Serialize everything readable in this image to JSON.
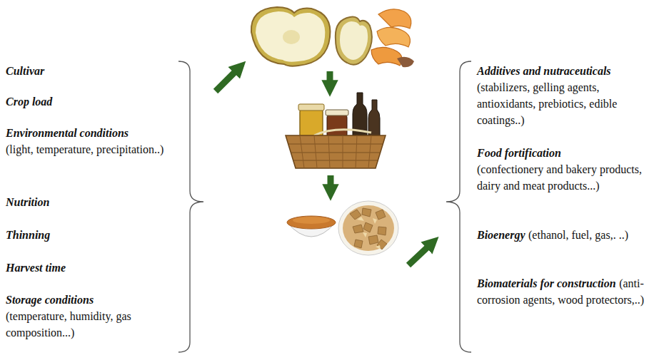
{
  "diagram": {
    "labels": [
      "Cultivar",
      "Crop load",
      "Environmental conditions",
      "(light, temperature, precipitation..)",
      "Nutrition",
      "Thinning",
      "Harvest time",
      "Storage conditions",
      "(temperature, humidity, gas composition...)",
      "Additives and nutraceuticals",
      "(stabilizers, gelling agents, antioxidants, prebiotics, edible coatings..)",
      "Food fortification",
      "(confectionery and bakery products, dairy and meat products...)",
      "Bioenergy",
      "(ethanol, fuel, gas,. ..)",
      "Biomaterials for construction",
      "(anti-corrosion agents, wood protectors,..)"
    ]
  }
}
